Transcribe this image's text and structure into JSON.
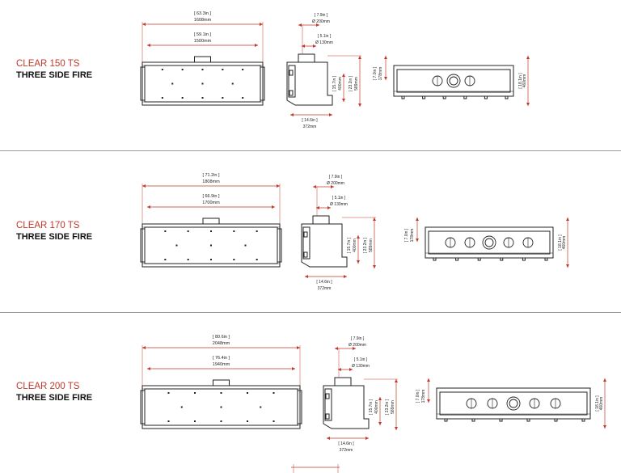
{
  "colors": {
    "dimension": "#c0392b",
    "outline": "#222222",
    "separator": "#9a9a9a"
  },
  "models": [
    {
      "name": "CLEAR 150 TS",
      "subtitle": "THREE SIDE FIRE",
      "front": {
        "overall_in": "[ 63.3in ]",
        "overall_mm": "1608mm",
        "inner_in": "[ 59.1in ]",
        "inner_mm": "1500mm"
      },
      "side": {
        "flue_in": "[ 7.9in ]",
        "flue_mm": "Ø 200mm",
        "inner_in": "[ 5.1in ]",
        "inner_mm": "Ø 130mm",
        "h1_in": "[ 15.7in ]",
        "h1_mm": "400mm",
        "h2_in": "[ 23.2in ]",
        "h2_mm": "589mm",
        "depth_in": "[ 14.6in ]",
        "depth_mm": "372mm"
      },
      "top": {
        "a_in": "[ 7.0in ]",
        "a_mm": "178mm",
        "b_in": "[ 18.1in ]",
        "b_mm": "460mm"
      }
    },
    {
      "name": "CLEAR 170 TS",
      "subtitle": "THREE SIDE FIRE",
      "front": {
        "overall_in": "[ 71.2in ]",
        "overall_mm": "1808mm",
        "inner_in": "[ 66.9in ]",
        "inner_mm": "1700mm"
      },
      "side": {
        "flue_in": "[ 7.9in ]",
        "flue_mm": "Ø 200mm",
        "inner_in": "[ 5.1in ]",
        "inner_mm": "Ø 130mm",
        "h1_in": "[ 15.7in ]",
        "h1_mm": "400mm",
        "h2_in": "[ 23.2in ]",
        "h2_mm": "589mm",
        "depth_in": "[ 14.6in ]",
        "depth_mm": "372mm"
      },
      "top": {
        "a_in": "[ 7.0in ]",
        "a_mm": "178mm",
        "b_in": "[ 18.1in ]",
        "b_mm": "460mm"
      }
    },
    {
      "name": "CLEAR 200 TS",
      "subtitle": "THREE SIDE FIRE",
      "front": {
        "overall_in": "[ 80.6in ]",
        "overall_mm": "2048mm",
        "inner_in": "[ 76.4in ]",
        "inner_mm": "1940mm"
      },
      "side": {
        "flue_in": "[ 7.9in ]",
        "flue_mm": "Ø 200mm",
        "inner_in": "[ 5.1in ]",
        "inner_mm": "Ø 130mm",
        "h1_in": "[ 15.7in ]",
        "h1_mm": "400mm",
        "h2_in": "[ 23.2in ]",
        "h2_mm": "589mm",
        "depth_in": "[ 14.6in ]",
        "depth_mm": "372mm"
      },
      "top": {
        "a_in": "[ 7.0in ]",
        "a_mm": "178mm",
        "b_in": "[ 18.1in ]",
        "b_mm": "460mm"
      }
    }
  ]
}
